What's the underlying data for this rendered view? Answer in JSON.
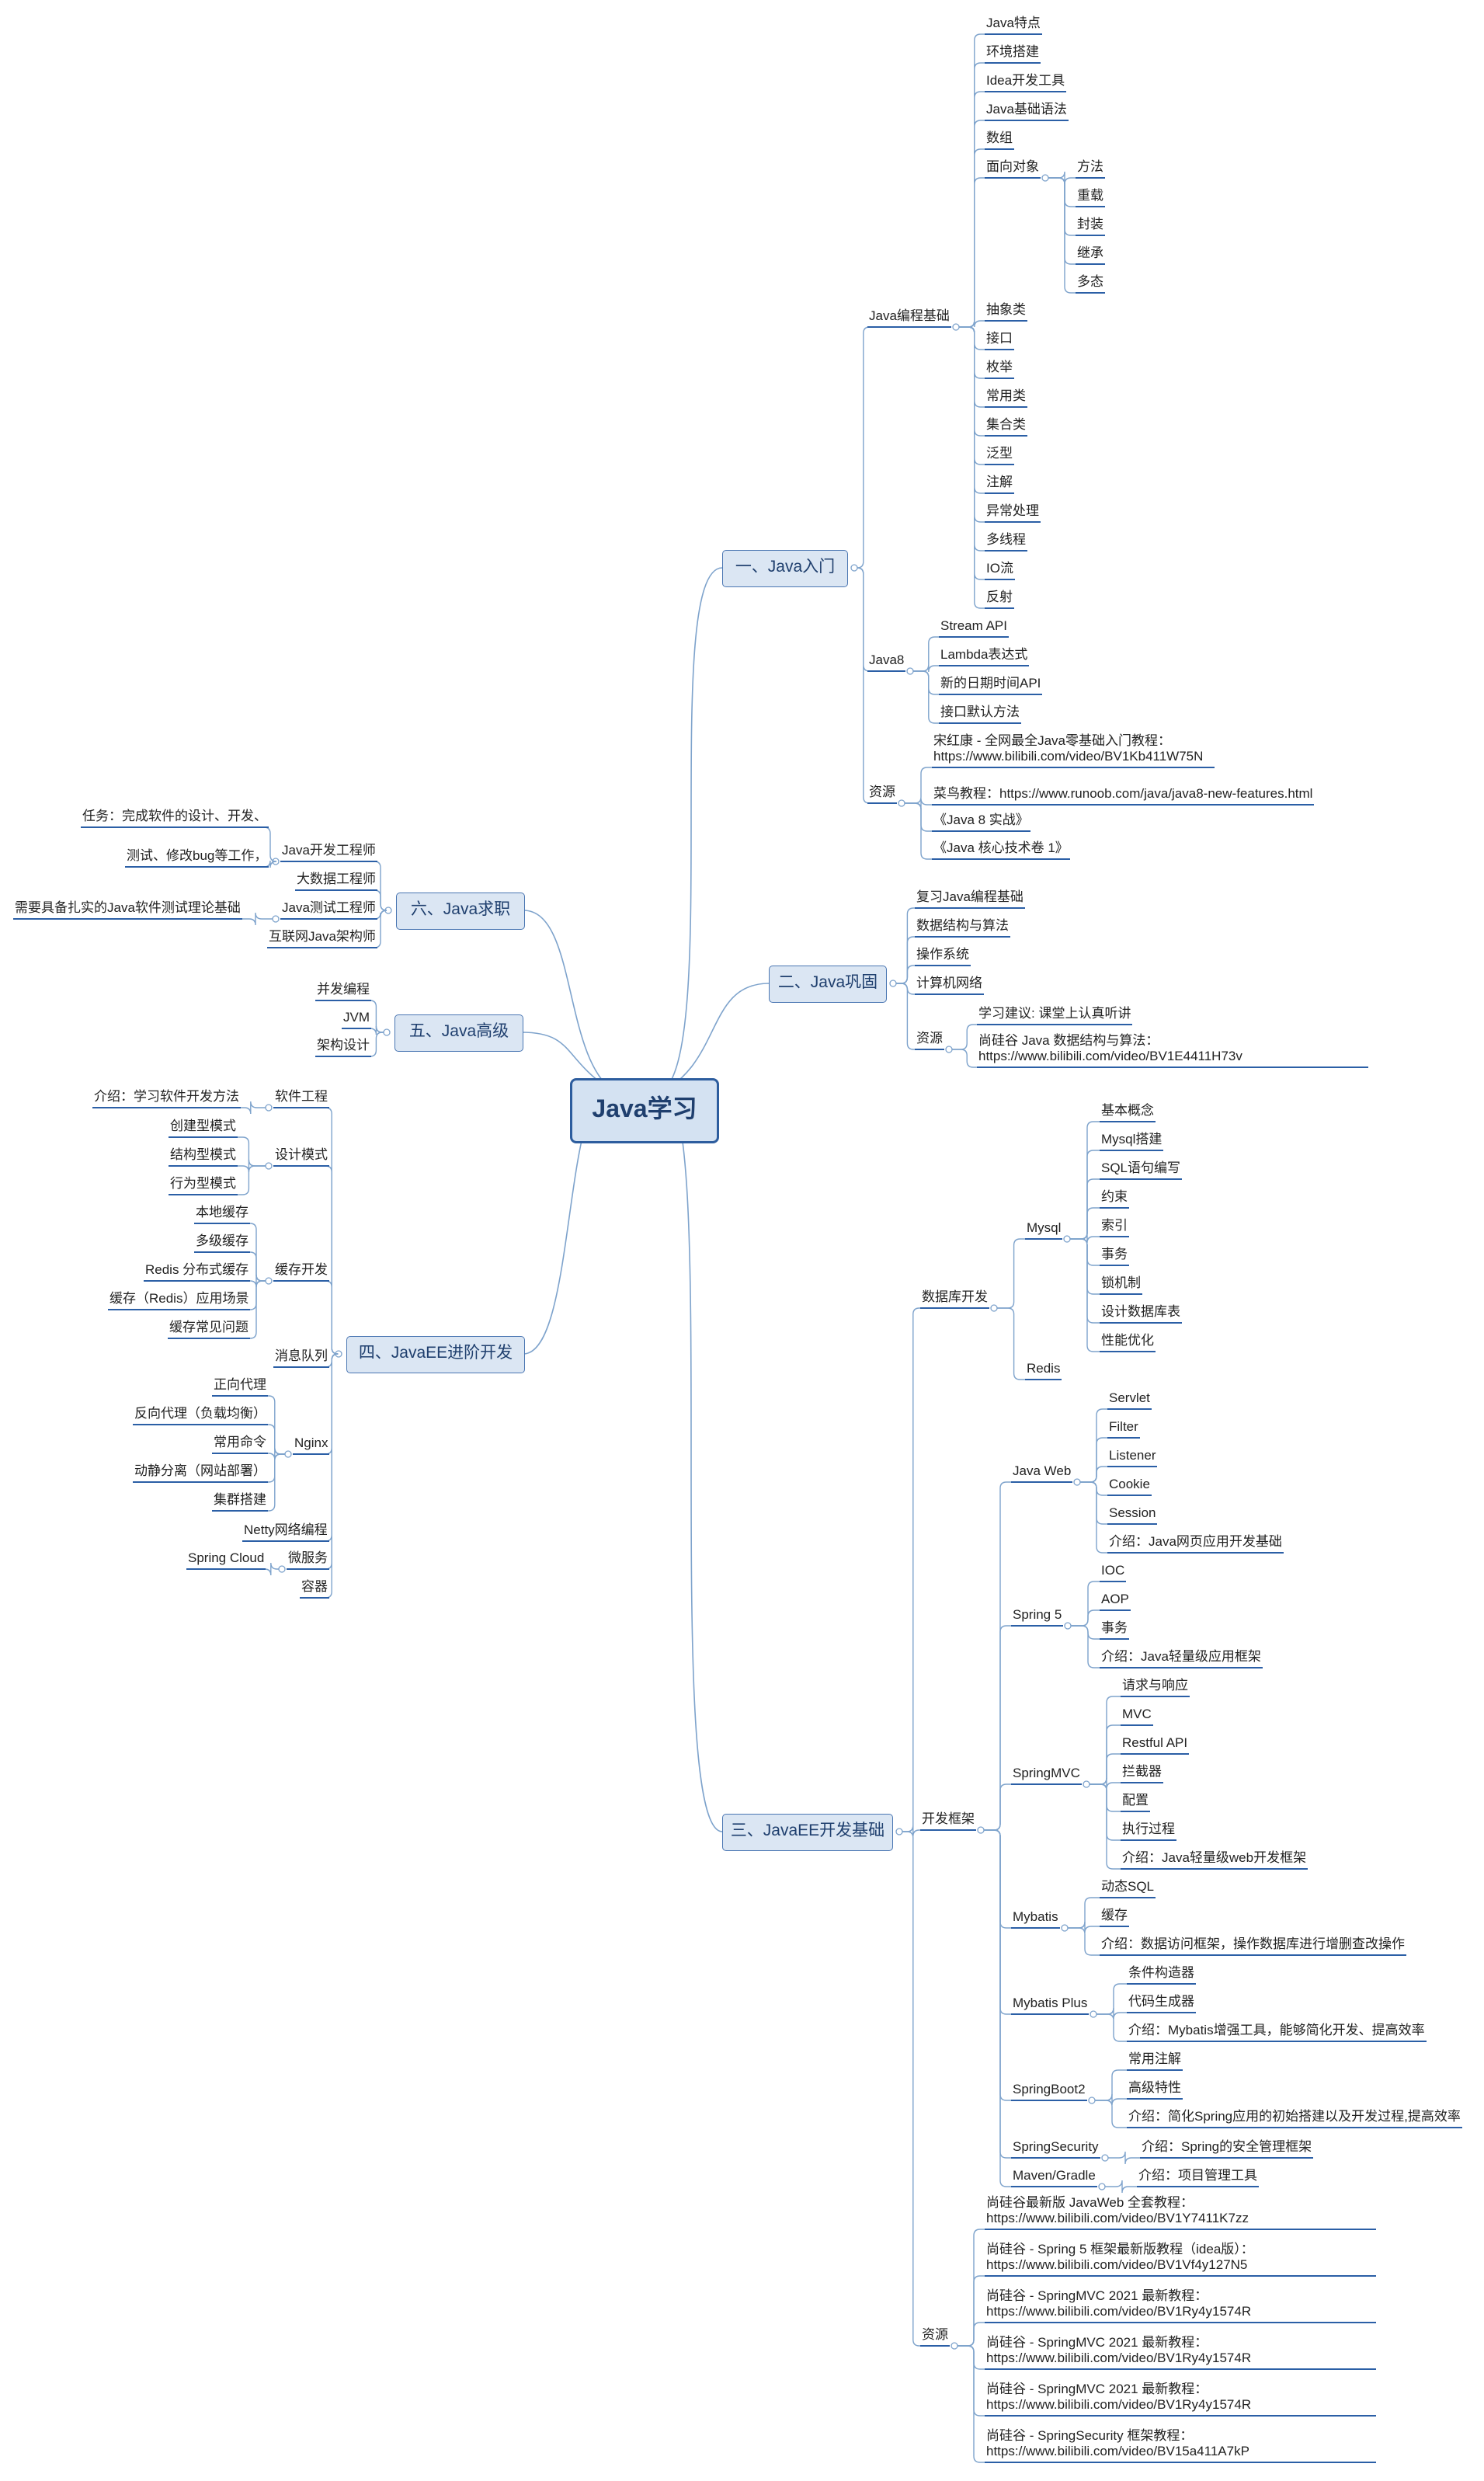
{
  "root": "Java学习",
  "branches": [
    {
      "id": "b1",
      "text": "一、Java入门",
      "children": [
        {
          "id": "jb",
          "text": "Java编程基础",
          "children": [
            {
              "text": "Java特点"
            },
            {
              "text": "环境搭建"
            },
            {
              "text": "Idea开发工具"
            },
            {
              "text": "Java基础语法"
            },
            {
              "text": "数组"
            },
            {
              "id": "oo",
              "text": "面向对象",
              "children": [
                {
                  "text": "方法"
                },
                {
                  "text": "重载"
                },
                {
                  "text": "封装"
                },
                {
                  "text": "继承"
                },
                {
                  "text": "多态"
                }
              ]
            },
            {
              "text": "抽象类"
            },
            {
              "text": "接口"
            },
            {
              "text": "枚举"
            },
            {
              "text": "常用类"
            },
            {
              "text": "集合类"
            },
            {
              "text": "泛型"
            },
            {
              "text": "注解"
            },
            {
              "text": "异常处理"
            },
            {
              "text": "多线程"
            },
            {
              "text": "IO流"
            },
            {
              "text": "反射"
            }
          ]
        },
        {
          "id": "j8",
          "text": "Java8",
          "children": [
            {
              "text": "Stream API"
            },
            {
              "text": "Lambda表达式"
            },
            {
              "text": "新的日期时间API"
            },
            {
              "text": "接口默认方法"
            }
          ]
        },
        {
          "id": "r1",
          "text": "资源",
          "children": [
            {
              "text": "宋红康 - 全网最全Java零基础入门教程：https://www.bilibili.com/video/BV1Kb411W75N"
            },
            {
              "text": "菜鸟教程：https://www.runoob.com/java/java8-new-features.html"
            },
            {
              "text": "《Java 8 实战》"
            },
            {
              "text": "《Java 核心技术卷 1》"
            }
          ]
        }
      ]
    },
    {
      "id": "b2",
      "text": "二、Java巩固",
      "children": [
        {
          "text": "复习Java编程基础"
        },
        {
          "text": "数据结构与算法"
        },
        {
          "text": "操作系统"
        },
        {
          "text": "计算机网络"
        },
        {
          "id": "r2",
          "text": "资源",
          "children": [
            {
              "text": "学习建议: 课堂上认真听讲"
            },
            {
              "text": "尚硅谷 Java 数据结构与算法：https://www.bilibili.com/video/BV1E4411H73v"
            }
          ]
        }
      ]
    },
    {
      "id": "b3",
      "text": "三、JavaEE开发基础",
      "children": [
        {
          "id": "db",
          "text": "数据库开发",
          "children": [
            {
              "id": "mysql",
              "text": "Mysql",
              "children": [
                {
                  "text": "基本概念"
                },
                {
                  "text": "Mysql搭建"
                },
                {
                  "text": "SQL语句编写"
                },
                {
                  "text": "约束"
                },
                {
                  "text": "索引"
                },
                {
                  "text": "事务"
                },
                {
                  "text": "锁机制"
                },
                {
                  "text": "设计数据库表"
                },
                {
                  "text": "性能优化"
                }
              ]
            },
            {
              "text": "Redis"
            }
          ]
        },
        {
          "id": "fw",
          "text": "开发框架",
          "children": [
            {
              "id": "jw",
              "text": "Java Web",
              "children": [
                {
                  "text": "Servlet"
                },
                {
                  "text": "Filter"
                },
                {
                  "text": "Listener"
                },
                {
                  "text": "Cookie"
                },
                {
                  "text": "Session"
                },
                {
                  "text": "介绍：Java网页应用开发基础"
                }
              ]
            },
            {
              "id": "sp",
              "text": "Spring 5",
              "children": [
                {
                  "text": "IOC"
                },
                {
                  "text": "AOP"
                },
                {
                  "text": "事务"
                },
                {
                  "text": "介绍：Java轻量级应用框架"
                }
              ]
            },
            {
              "id": "smvc",
              "text": "SpringMVC",
              "children": [
                {
                  "text": "请求与响应"
                },
                {
                  "text": "MVC"
                },
                {
                  "text": "Restful API"
                },
                {
                  "text": "拦截器"
                },
                {
                  "text": "配置"
                },
                {
                  "text": "执行过程"
                },
                {
                  "text": "介绍：Java轻量级web开发框架"
                }
              ]
            },
            {
              "id": "mb",
              "text": "Mybatis",
              "children": [
                {
                  "text": "动态SQL"
                },
                {
                  "text": "缓存"
                },
                {
                  "text": "介绍：数据访问框架，操作数据库进行增删查改操作"
                }
              ]
            },
            {
              "id": "mbp",
              "text": "Mybatis Plus",
              "children": [
                {
                  "text": "条件构造器"
                },
                {
                  "text": "代码生成器"
                },
                {
                  "text": "介绍：Mybatis增强工具，能够简化开发、提高效率"
                }
              ]
            },
            {
              "id": "sb",
              "text": "SpringBoot2",
              "children": [
                {
                  "text": "常用注解"
                },
                {
                  "text": "高级特性"
                },
                {
                  "text": "介绍：简化Spring应用的初始搭建以及开发过程,提高效率"
                }
              ]
            },
            {
              "id": "ss",
              "text": "SpringSecurity",
              "children": [
                {
                  "text": "介绍：Spring的安全管理框架"
                }
              ]
            },
            {
              "id": "mg",
              "text": "Maven/Gradle",
              "children": [
                {
                  "text": "介绍：项目管理工具"
                }
              ]
            }
          ]
        },
        {
          "id": "r3",
          "text": "资源",
          "children": [
            {
              "text": "尚硅谷最新版 JavaWeb 全套教程：https://www.bilibili.com/video/BV1Y7411K7zz"
            },
            {
              "text": "尚硅谷 - Spring 5 框架最新版教程（idea版）：https://www.bilibili.com/video/BV1Vf4y127N5"
            },
            {
              "text": "尚硅谷 - SpringMVC 2021 最新教程：https://www.bilibili.com/video/BV1Ry4y1574R"
            },
            {
              "text": "尚硅谷 - SpringMVC 2021 最新教程：https://www.bilibili.com/video/BV1Ry4y1574R"
            },
            {
              "text": "尚硅谷 - SpringMVC 2021 最新教程：https://www.bilibili.com/video/BV1Ry4y1574R"
            },
            {
              "text": "尚硅谷 - SpringSecurity 框架教程：https://www.bilibili.com/video/BV15a411A7kP"
            }
          ]
        }
      ]
    },
    {
      "id": "b4",
      "text": "四、JavaEE进阶开发",
      "children": [
        {
          "id": "se",
          "text": "软件工程",
          "children": [
            {
              "text": "介绍：学习软件开发方法"
            }
          ]
        },
        {
          "id": "dp",
          "text": "设计模式",
          "children": [
            {
              "text": "创建型模式"
            },
            {
              "text": "结构型模式"
            },
            {
              "text": "行为型模式"
            }
          ]
        },
        {
          "id": "cache",
          "text": "缓存开发",
          "children": [
            {
              "text": "本地缓存"
            },
            {
              "text": "多级缓存"
            },
            {
              "text": "Redis 分布式缓存"
            },
            {
              "text": "缓存（Redis）应用场景"
            },
            {
              "text": "缓存常见问题"
            }
          ]
        },
        {
          "text": "消息队列"
        },
        {
          "id": "ngx",
          "text": "Nginx",
          "children": [
            {
              "text": "正向代理"
            },
            {
              "text": "反向代理（负载均衡）"
            },
            {
              "text": "常用命令"
            },
            {
              "text": "动静分离（网站部署）"
            },
            {
              "text": "集群搭建"
            }
          ]
        },
        {
          "text": "Netty网络编程"
        },
        {
          "id": "ms",
          "text": "微服务",
          "children": [
            {
              "text": "Spring Cloud"
            }
          ]
        },
        {
          "text": "容器"
        }
      ]
    },
    {
      "id": "b5",
      "text": "五、Java高级",
      "children": [
        {
          "text": "并发编程"
        },
        {
          "text": "JVM"
        },
        {
          "text": "架构设计"
        }
      ]
    },
    {
      "id": "b6",
      "text": "六、Java求职",
      "children": [
        {
          "id": "jd",
          "text": "Java开发工程师",
          "children": [
            {
              "text": "任务：完成软件的设计、开发、"
            },
            {
              "text": "测试、修改bug等工作，"
            }
          ]
        },
        {
          "text": "大数据工程师"
        },
        {
          "id": "jt",
          "text": "Java测试工程师",
          "children": [
            {
              "text": "需要具备扎实的Java软件测试理论基础"
            }
          ]
        },
        {
          "text": "互联网Java架构师"
        }
      ]
    }
  ]
}
